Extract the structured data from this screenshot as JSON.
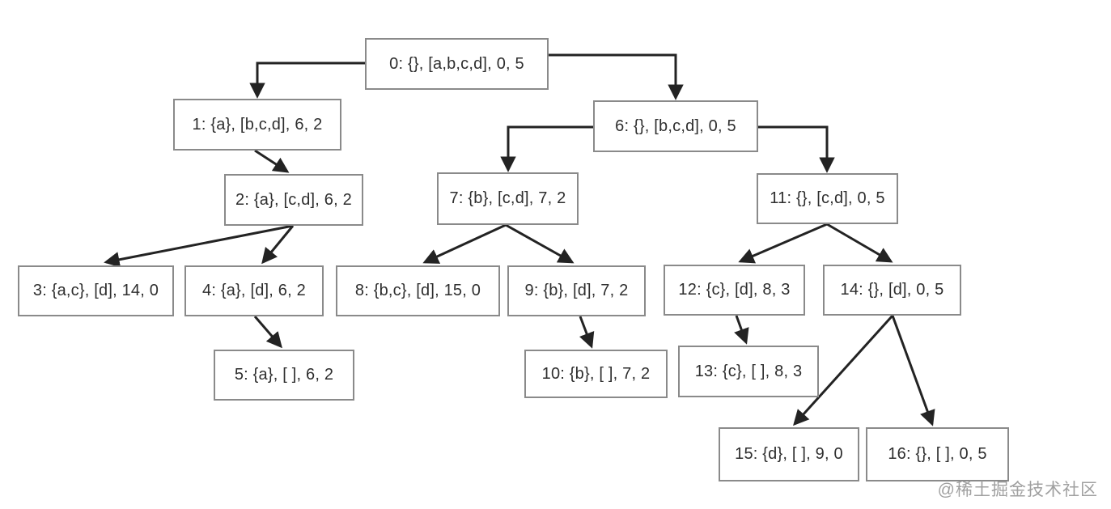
{
  "diagram": {
    "type": "tree",
    "nodes": [
      {
        "id": "0",
        "label": "0: {}, [a,b,c,d], 0, 5"
      },
      {
        "id": "1",
        "label": "1: {a}, [b,c,d], 6, 2"
      },
      {
        "id": "2",
        "label": "2: {a}, [c,d], 6, 2"
      },
      {
        "id": "3",
        "label": "3: {a,c}, [d], 14, 0"
      },
      {
        "id": "4",
        "label": "4: {a}, [d], 6, 2"
      },
      {
        "id": "5",
        "label": "5: {a}, [ ], 6, 2"
      },
      {
        "id": "6",
        "label": "6: {}, [b,c,d], 0, 5"
      },
      {
        "id": "7",
        "label": "7: {b}, [c,d], 7, 2"
      },
      {
        "id": "8",
        "label": "8: {b,c}, [d], 15, 0"
      },
      {
        "id": "9",
        "label": "9: {b}, [d], 7, 2"
      },
      {
        "id": "10",
        "label": "10: {b}, [ ], 7, 2"
      },
      {
        "id": "11",
        "label": "11: {}, [c,d], 0, 5"
      },
      {
        "id": "12",
        "label": "12: {c}, [d], 8, 3"
      },
      {
        "id": "13",
        "label": "13: {c}, [ ], 8, 3"
      },
      {
        "id": "14",
        "label": "14: {}, [d], 0, 5"
      },
      {
        "id": "15",
        "label": "15: {d}, [ ], 9, 0"
      },
      {
        "id": "16",
        "label": "16: {}, [ ], 0, 5"
      }
    ],
    "edges": [
      {
        "from": "0",
        "to": "1"
      },
      {
        "from": "0",
        "to": "6"
      },
      {
        "from": "1",
        "to": "2"
      },
      {
        "from": "2",
        "to": "3"
      },
      {
        "from": "2",
        "to": "4"
      },
      {
        "from": "4",
        "to": "5"
      },
      {
        "from": "6",
        "to": "7"
      },
      {
        "from": "6",
        "to": "11"
      },
      {
        "from": "7",
        "to": "8"
      },
      {
        "from": "7",
        "to": "9"
      },
      {
        "from": "9",
        "to": "10"
      },
      {
        "from": "11",
        "to": "12"
      },
      {
        "from": "11",
        "to": "14"
      },
      {
        "from": "12",
        "to": "13"
      },
      {
        "from": "14",
        "to": "15"
      },
      {
        "from": "14",
        "to": "16"
      }
    ]
  },
  "watermark": {
    "label": "@稀土掘金技术社区"
  },
  "colors": {
    "background": "#ffffff",
    "box_fill": "#ffffff",
    "box_border": "#8a8a8a",
    "text": "#2e2e2e",
    "line": "#232323",
    "watermark": "#a0a0a0"
  }
}
